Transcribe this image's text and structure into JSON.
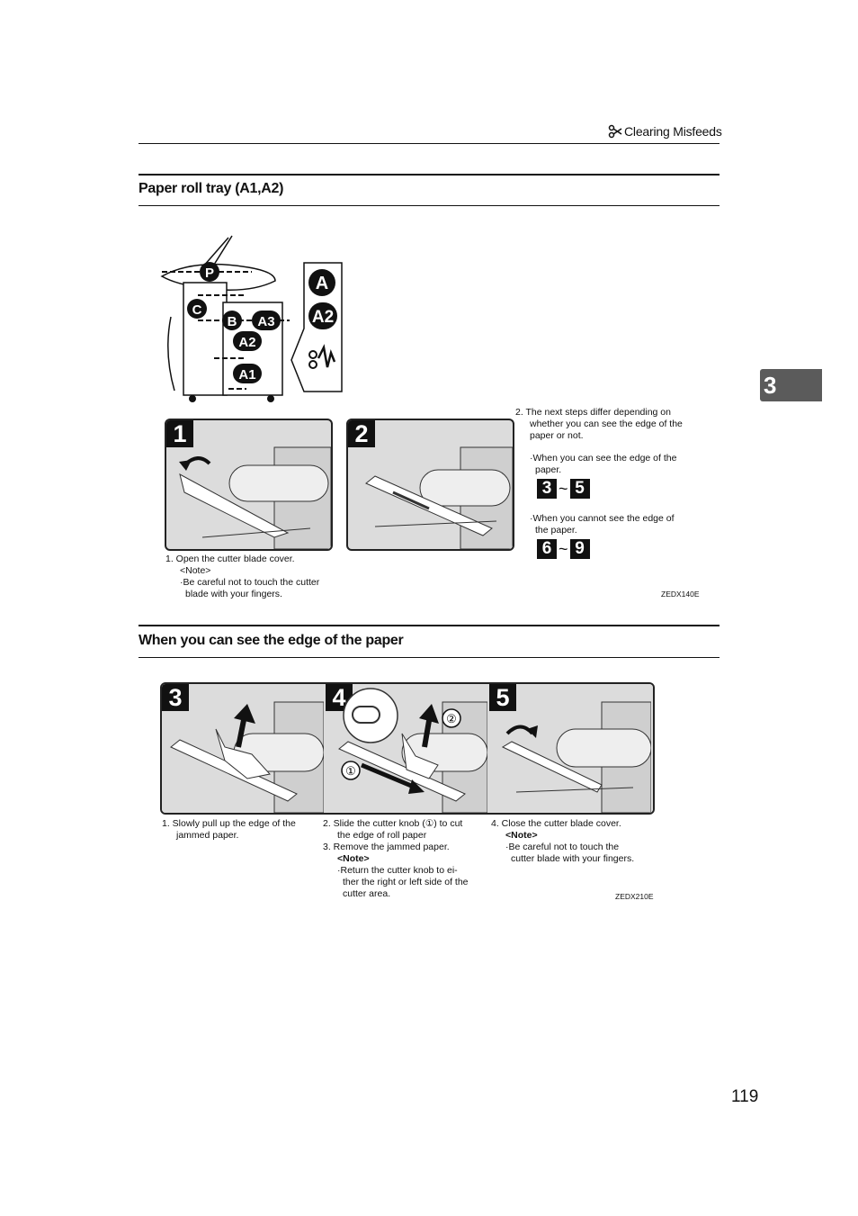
{
  "header": {
    "section": "Clearing Misfeeds"
  },
  "tab": {
    "chapter": "3"
  },
  "section1": {
    "title": "Paper roll tray (A1,A2)",
    "machine_labels": [
      "P",
      "C",
      "B",
      "A3",
      "A2",
      "A1"
    ],
    "legend_labels": [
      "A",
      "A2"
    ],
    "step1": {
      "num": "1",
      "lines": [
        "1.  Open the cutter blade cover.",
        "<Note>",
        "·Be careful not to touch the cutter",
        "blade with your fingers."
      ]
    },
    "step2": {
      "num": "2"
    },
    "note": {
      "lines": [
        "2.  The next steps differ depending on",
        "whether you can see the edge of the",
        "paper or not."
      ],
      "option_a": [
        "·When you can see the edge of the",
        "paper."
      ],
      "range_a": {
        "from": "3",
        "sep": "~",
        "to": "5"
      },
      "option_b": [
        "·When you cannot see the edge of",
        "the paper."
      ],
      "range_b": {
        "from": "6",
        "sep": "~",
        "to": "9"
      }
    },
    "code": "ZEDX140E"
  },
  "section2": {
    "title": "When you can see the edge of the paper",
    "panels": [
      "3",
      "4",
      "5"
    ],
    "callouts": [
      "①",
      "②"
    ],
    "cap3": [
      "1.  Slowly pull up the edge of the",
      "jammed paper."
    ],
    "cap4": [
      "2.  Slide the cutter knob (①) to cut",
      "the edge of roll paper",
      "3.  Remove the jammed paper.",
      "<Note>",
      "·Return the cutter knob to ei-",
      "ther the right or left side of the",
      "cutter area."
    ],
    "cap5": [
      "4.  Close the cutter blade cover.",
      "<Note>",
      "·Be careful not to touch the",
      "cutter blade with your fingers."
    ],
    "code": "ZEDX210E"
  },
  "page": {
    "number": "119"
  }
}
